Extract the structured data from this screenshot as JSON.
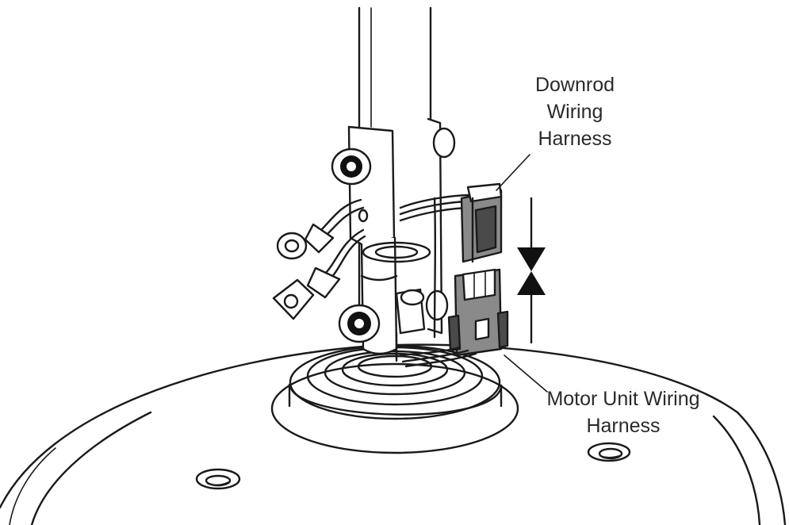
{
  "labels": {
    "downrod_harness": [
      "Downrod",
      "Wiring",
      "Harness"
    ],
    "motor_harness": [
      "Motor Unit Wiring",
      "Harness"
    ]
  },
  "colors": {
    "ink": "#1a1a1a",
    "connector_fill": "#8a8a8a",
    "label_text": "#2a2a2a"
  }
}
